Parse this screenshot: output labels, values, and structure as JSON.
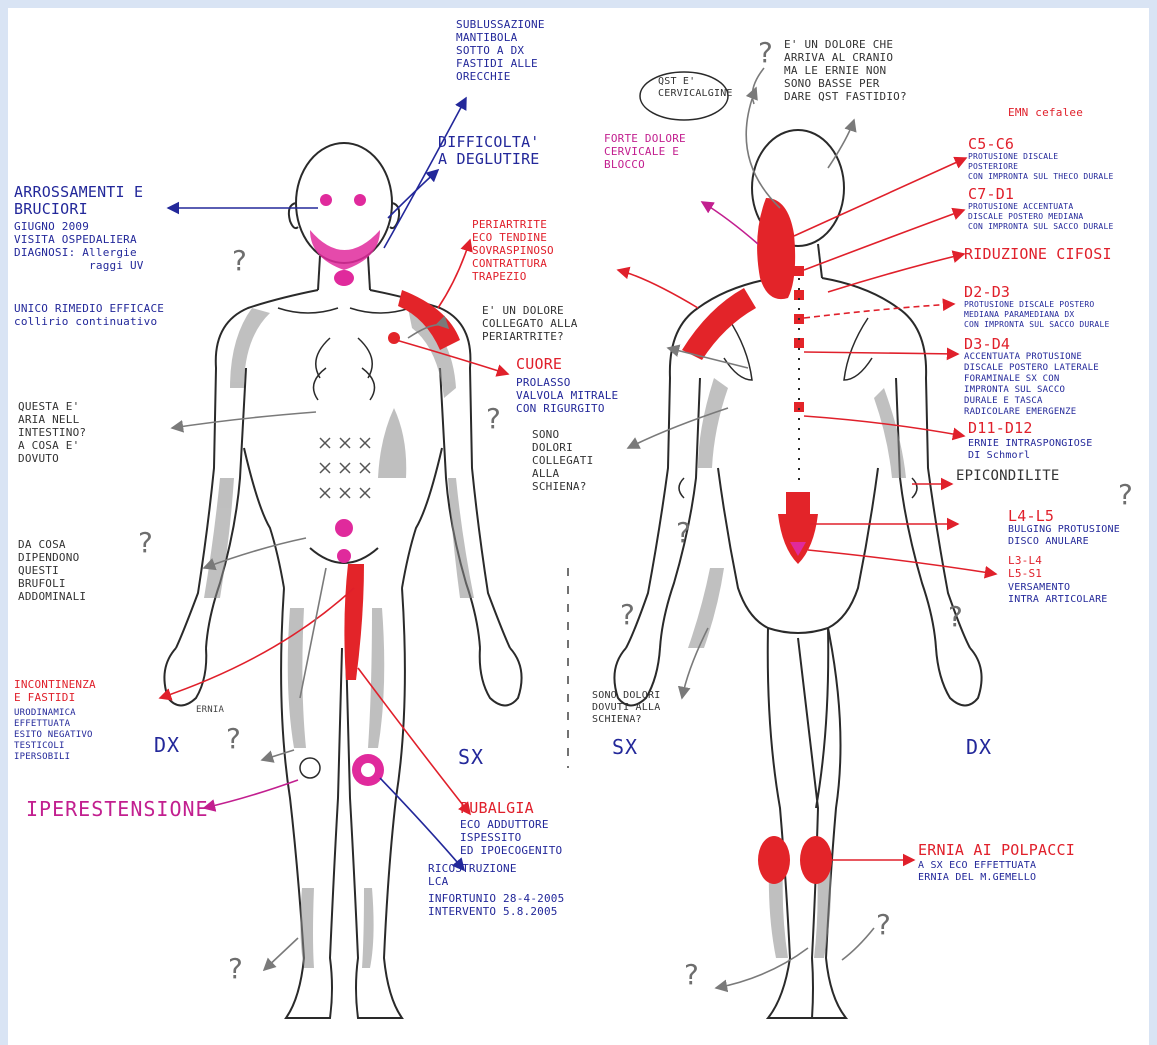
{
  "colors": {
    "frame": "#d9e4f4",
    "blue_ink": "#23289a",
    "red_ink": "#e0202b",
    "magenta_ink": "#c21f8f",
    "pain_red": "#e32429",
    "pain_pink": "#e02a9c",
    "gray_shade": "#8c8c8c",
    "outline": "#2a2a2a"
  },
  "notes": {
    "sublussazione": "SUBLUSSAZIONE\nMANTIBOLA\nSOTTO A DX\nFASTIDI ALLE\nORECCHIE",
    "deglutire": "DIFFICOLTA'\nA DEGLUTIRE",
    "arrossamenti": "ARROSSAMENTI E\nBRUCIORI",
    "giugno": "GIUGNO 2009\nVISITA OSPEDALIERA\nDIAGNOSI: Allergie\n           raggi UV",
    "rimedio": "UNICO RIMEDIO EFFICACE\ncollirio continuativo",
    "periartrite": "PERIARTRITE\nECO TENDINE\nSOVRASPINOSO\nCONTRATTURA\nTRAPEZIO",
    "dolore_periartrite": "E' UN DOLORE\nCOLLEGATO ALLA\nPERIARTRITE?",
    "cuore_title": "CUORE",
    "cuore_detail": "PROLASSO\nVALVOLA MITRALE\nCON RIGURGITO",
    "intestino": "QUESTA E'\nARIA NELL\nINTESTINO?\nA COSA E'\nDOVUTO",
    "brufoli": "DA COSA\nDIPENDONO\nQUESTI\nBRUFOLI\nADDOMINALI",
    "incontinenza": "INCONTINENZA\nE FASTIDI",
    "urodinamica": "URODINAMICA\nEFFETTUATA\nESITO NEGATIVO\nTESTICOLI\nIPERSOBILI",
    "ernia_label": "ERNIA",
    "dx_front": "DX",
    "sx_front": "SX",
    "iperestensione": "IPERESTENSIONE",
    "pubalgia_title": "PUBALGIA",
    "pubalgia_detail": "ECO ADDUTTORE\nISPESSITO\nED IPOECOGENITO",
    "ricostruzione": "RICOSTRUZIONE\nLCA",
    "infortunio": "INFORTUNIO 28-4-2005\nINTERVENTO 5.8.2005",
    "qst_cervicale": "QST E'\nCERVICALGINE",
    "dolore_cranio": "E' UN DOLORE CHE\nARRIVA AL CRANIO\nMA LE ERNIE NON\nSONO BASSE PER\nDARE QST FASTIDIO?",
    "emn_cefalee": "EMN cefalee",
    "forte_dolore": "FORTE DOLORE\nCERVICALE E\nBLOCCO",
    "c5_title": "C5-C6",
    "c5_detail": "PROTUSIONE DISCALE\nPOSTERIORE\nCON IMPRONTA SUL THECO DURALE",
    "c7_title": "C7-D1",
    "c7_detail": "PROTUSIONE ACCENTUATA\nDISCALE POSTERO MEDIANA\nCON IMPRONTA SUL SACCO DURALE",
    "cifosi": "RIDUZIONE CIFOSI",
    "d2_title": "D2-D3",
    "d2_detail": "PROTUSIONE DISCALE POSTERO\nMEDIANA PARAMEDIANA DX\nCON IMPRONTA SUL SACCO DURALE",
    "d3_title": "D3-D4",
    "d3_detail": "ACCENTUATA PROTUSIONE\nDISCALE POSTERO LATERALE\nFORAMINALE SX CON\nIMPRONTA SUL SACCO\nDURALE E TASCA\nRADICOLARE EMERGENZE",
    "d11_title": "D11-D12",
    "d11_detail": "ERNIE INTRASPONGIOSE\nDI Schmorl",
    "epicondilite": "EPICONDILITE",
    "sono_dolori_schiena": "SONO\nDOLORI\nCOLLEGATI\nALLA\nSCHIENA?",
    "l4_title": "L4-L5",
    "l4_detail": "BULGING PROTUSIONE\nDISCO ANULARE",
    "l3_title": "L3-L4\nL5-S1",
    "l3_detail": "VERSAMENTO\nINTRA ARTICOLARE",
    "dolori_dovuti": "SONO DOLORI\nDOVUTI ALLA\nSCHIENA?",
    "sx_back": "SX",
    "dx_back": "DX",
    "ernia_polpacci_title": "ERNIA AI POLPACCI",
    "ernia_polpacci_detail": "A SX ECO EFFETTUATA\nERNIA DEL M.GEMELLO",
    "qmark": "?"
  }
}
